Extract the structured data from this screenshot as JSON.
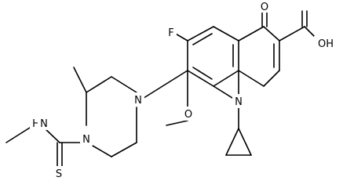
{
  "molecule": {
    "labels": {
      "fluorine": "F",
      "ketone_oxygen": "O",
      "acid_hydroxyl": "OH",
      "ring_nitrogen": "N",
      "piperazine_n4": "N",
      "piperazine_n1": "N",
      "thioamide_nh": "H",
      "thioamide_n": "N",
      "sulfur": "S",
      "methoxy_oxygen": "O",
      "methoxy_methyl": ""
    }
  }
}
